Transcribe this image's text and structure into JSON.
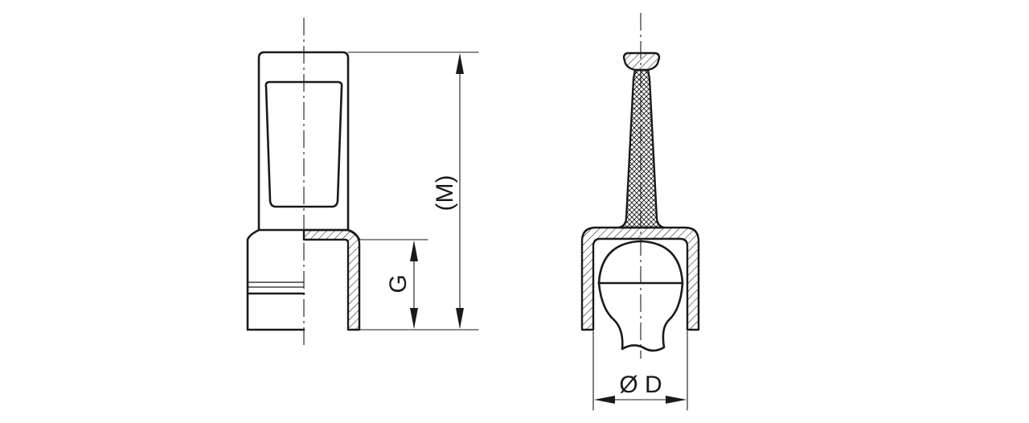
{
  "dimensions": {
    "height_overall": "(M)",
    "thread_length": "G",
    "diameter": "Ø D"
  },
  "colors": {
    "line": "#1a1a1a",
    "background": "#ffffff"
  }
}
